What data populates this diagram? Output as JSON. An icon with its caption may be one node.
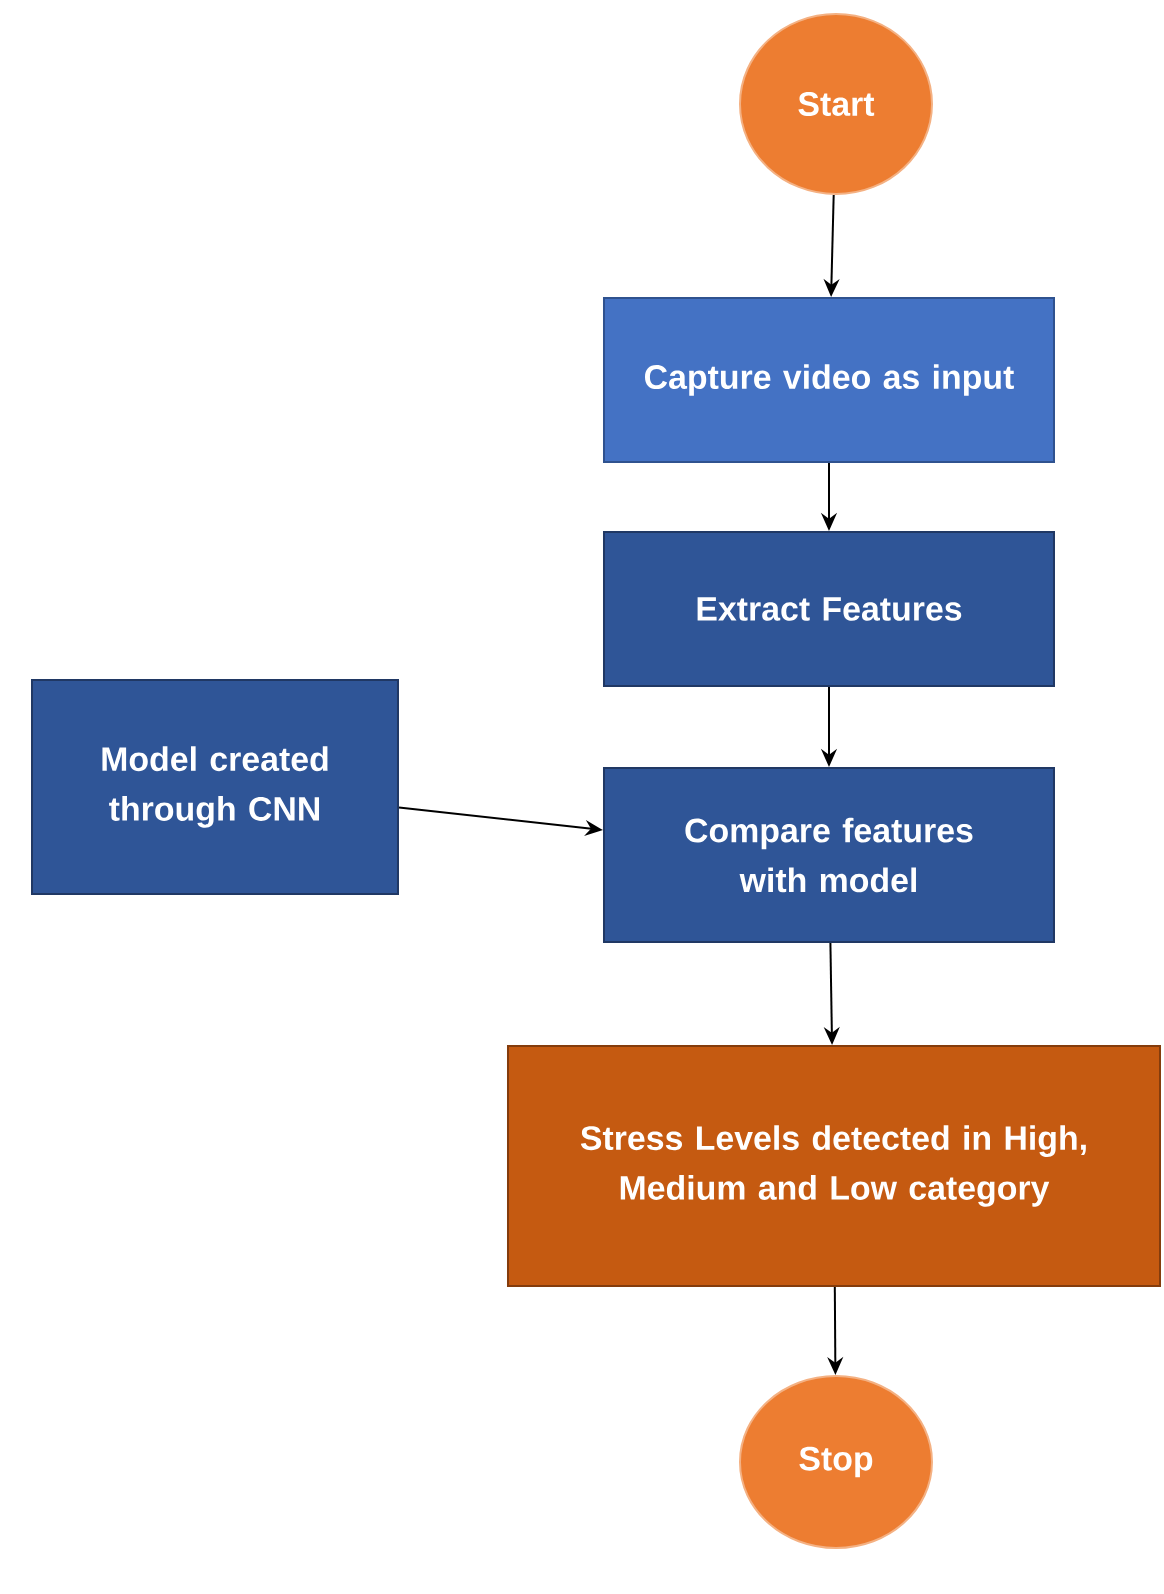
{
  "diagram": {
    "nodes": [
      {
        "text": [
          "Start"
        ]
      },
      {
        "text": [
          "Capture video as input"
        ]
      },
      {
        "text": [
          "Extract Features"
        ]
      },
      {
        "text": [
          "Model created through CNN"
        ]
      },
      {
        "text": [
          "Compare features with model"
        ]
      },
      {
        "text": [
          "Stress Levels detected in High, Medium and Low category"
        ]
      },
      {
        "text": [
          "Stop"
        ]
      }
    ],
    "edges": [
      {
        "from": 0,
        "to": 1,
        "arrow": "to"
      },
      {
        "from": 1,
        "to": 2,
        "arrow": "to"
      },
      {
        "from": 2,
        "to": 4,
        "arrow": "to"
      },
      {
        "from": 3,
        "to": 4,
        "arrow": "to"
      },
      {
        "from": 4,
        "to": 5,
        "arrow": "to"
      },
      {
        "from": 5,
        "to": 6,
        "arrow": "to"
      }
    ]
  }
}
